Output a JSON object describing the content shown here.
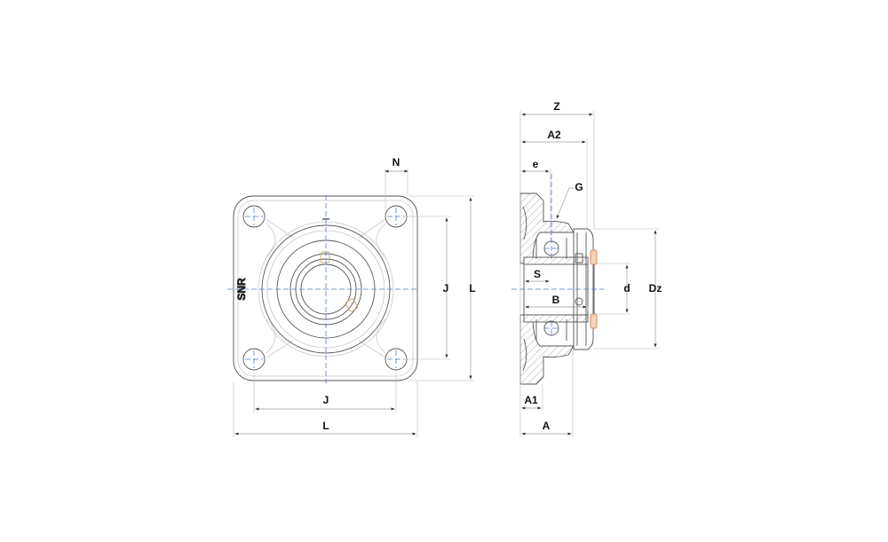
{
  "front_view": {
    "logo": "SNR",
    "dimensions": {
      "N": "N",
      "J_vertical": "J",
      "L_vertical": "L",
      "J_horizontal": "J",
      "L_horizontal": "L"
    }
  },
  "side_view": {
    "dimensions": {
      "Z": "Z",
      "A2": "A2",
      "e": "e",
      "G": "G",
      "S": "S",
      "B": "B",
      "d": "d",
      "Dz": "Dz",
      "A1": "A1",
      "A": "A"
    }
  },
  "colors": {
    "centerline": "#4a7fd0",
    "seal": "#d98a5a",
    "grease_nipple": "#c8b070"
  }
}
